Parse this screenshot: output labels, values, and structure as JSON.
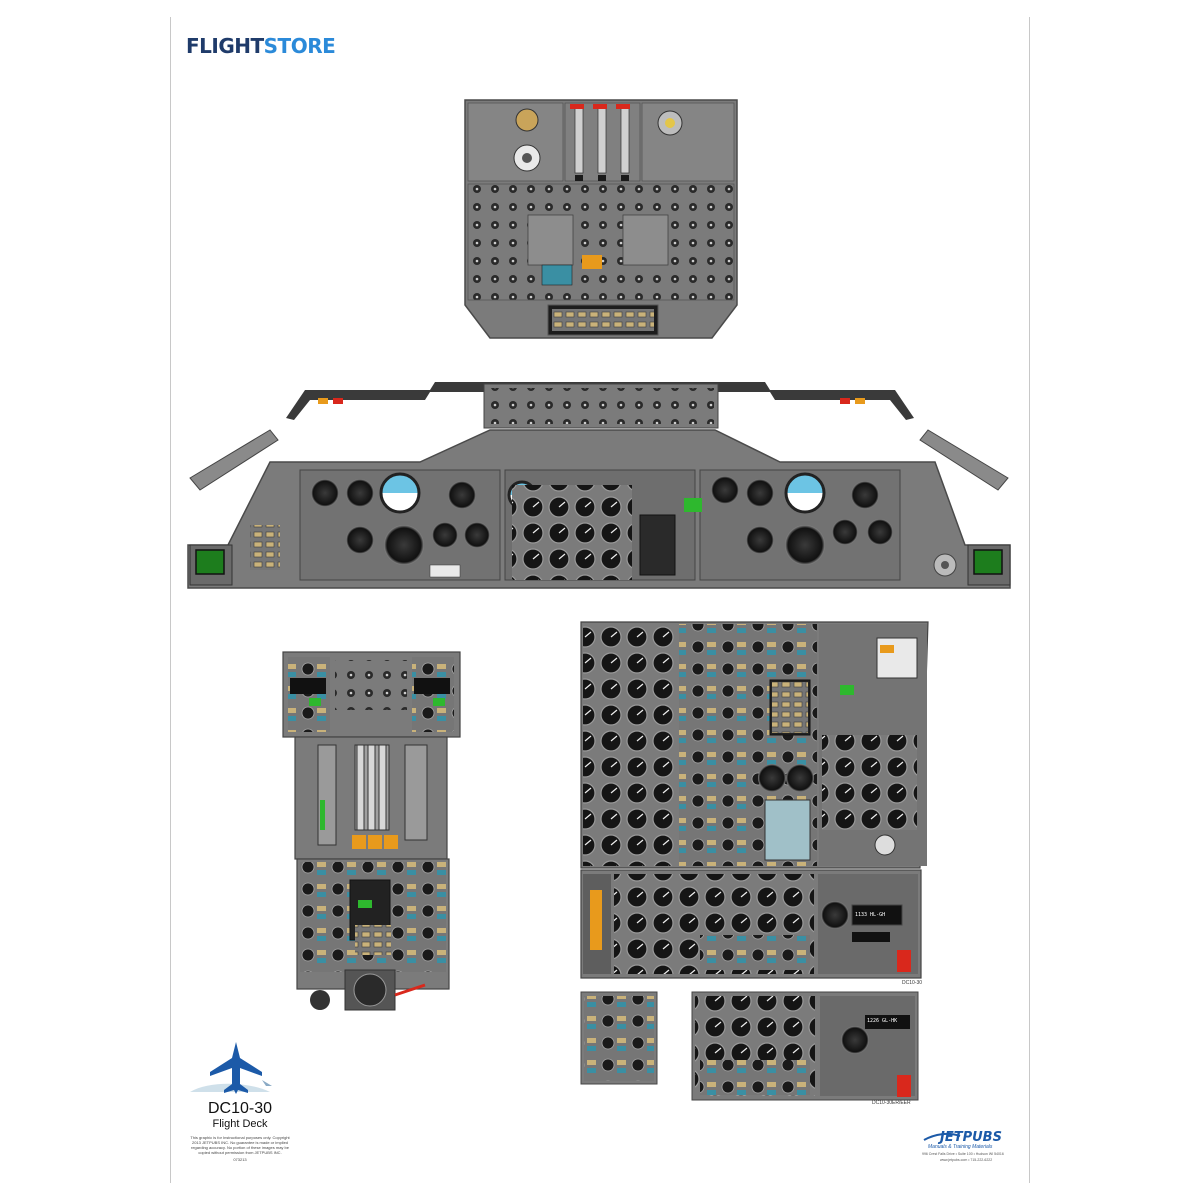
{
  "brand": {
    "flight": "FLIGHT",
    "store": "STORE"
  },
  "footer": {
    "title": "DC10-30",
    "subtitle": "Flight Deck",
    "note": "This graphic is for Instructional purposes only. Copyright 2013 JETPUBS INC. No guarantee is made or implied regarding accuracy. No portion of these images may be copied without permission from JETPUBS INC.",
    "code": "073213"
  },
  "publisher": {
    "name": "JETPUBS",
    "tagline": "Manuals & Training Materials",
    "address": "996 Crest Falls Drive • Suite 100 • Hudson WI 54016",
    "website": "www.jetpubs.com • 715-222-6222"
  },
  "panels": {
    "engineer_panel_caption": "DC10-30",
    "engineer_panel_er_caption": "DC10-30ER/EER",
    "readout_1": "1133 HL-GH",
    "readout_2": "1226 GL-HK"
  },
  "colors": {
    "panel_gray": "#7b7b7b",
    "panel_dark": "#5e5e5e",
    "brand_navy": "#1f3b6a",
    "brand_blue": "#2b8ad9",
    "display_green": "#1d7d1d",
    "attitude_sky": "#5fb8d6",
    "warning_red": "#d9281c",
    "caution_amber": "#e89a1c"
  }
}
